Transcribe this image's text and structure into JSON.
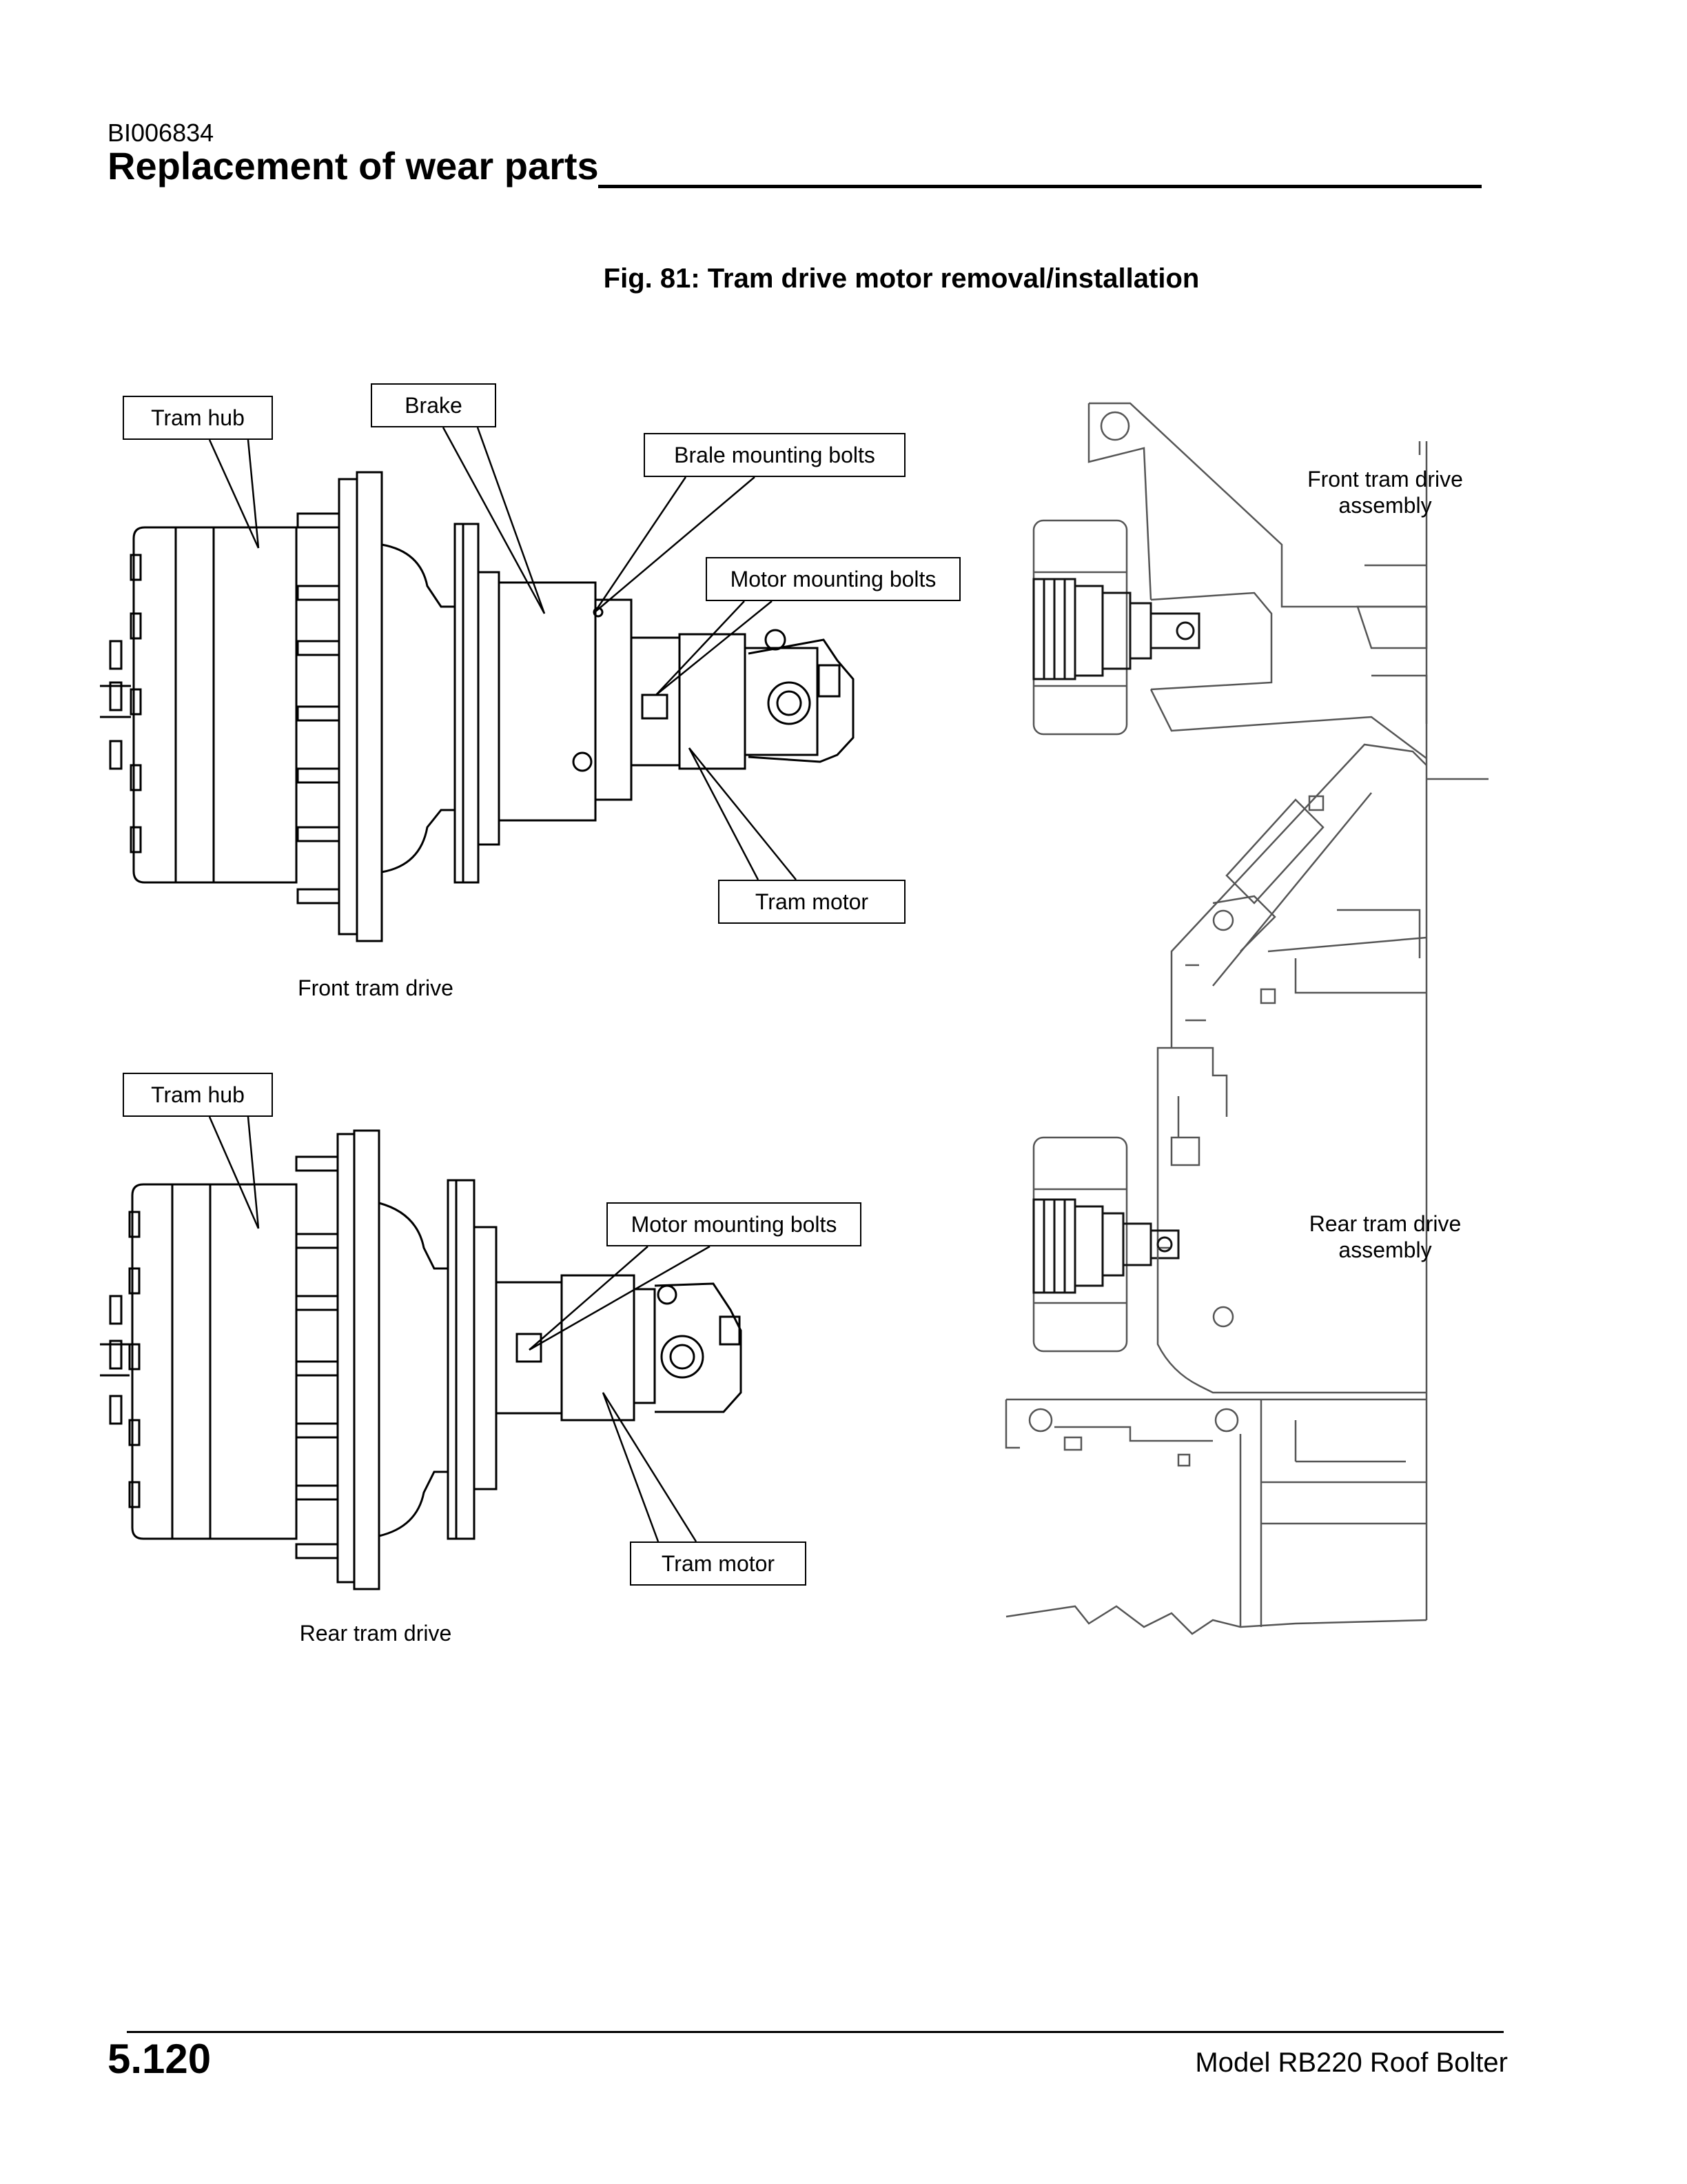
{
  "header": {
    "doc_id": "BI006834",
    "title": "Replacement of wear parts"
  },
  "figure": {
    "caption": "Fig. 81: Tram drive motor removal/installation",
    "front_detail": {
      "tram_hub": "Tram hub",
      "brake": "Brake",
      "brake_bolts": "Brale mounting bolts",
      "motor_bolts": "Motor mounting bolts",
      "tram_motor": "Tram motor",
      "caption": "Front tram drive"
    },
    "rear_detail": {
      "tram_hub": "Tram hub",
      "motor_bolts": "Motor mounting bolts",
      "tram_motor": "Tram motor",
      "caption": "Rear tram drive"
    },
    "chassis": {
      "front_assembly_line1": "Front tram drive",
      "front_assembly_line2": "assembly",
      "rear_assembly_line1": "Rear tram drive",
      "rear_assembly_line2": "assembly"
    }
  },
  "footer": {
    "page_number": "5.120",
    "model": "Model RB220 Roof Bolter"
  }
}
